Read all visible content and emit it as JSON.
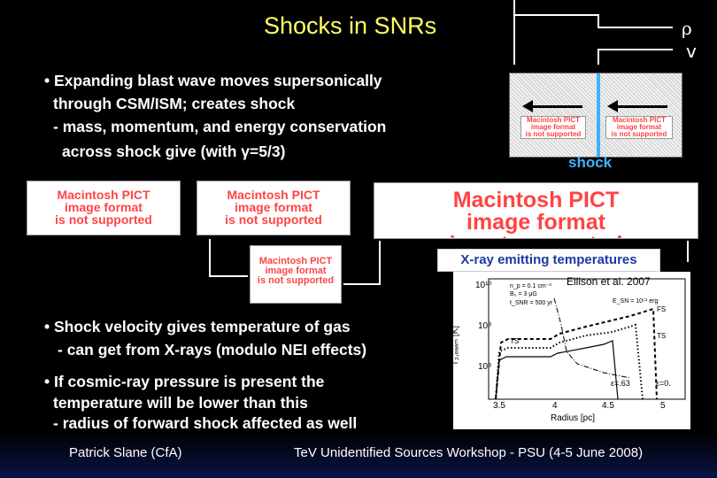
{
  "slide": {
    "title": "Shocks in SNRs",
    "rho_symbol": "ρ",
    "v_symbol": "v",
    "bullet1": {
      "line1": "• Expanding blast wave moves supersonically",
      "line2": "through CSM/ISM; creates shock",
      "line3": "- mass, momentum, and energy conservation",
      "line4": "across shock give (with γ=5/3)"
    },
    "shock_label": "shock",
    "xray_label": "X-ray emitting temperatures",
    "bullet2": {
      "line1": "• Shock velocity gives temperature of gas",
      "line2": "- can get from X-rays (modulo NEI effects)"
    },
    "bullet3": {
      "line1": "• If cosmic-ray pressure is present the",
      "line2": "temperature will be lower than this",
      "line3": "- radius of forward shock affected as well"
    },
    "footer_left": "Patrick Slane (CfA)",
    "footer_right": "TeV Unidentified Sources Workshop - PSU (4-5 June 2008)"
  },
  "placeholder": {
    "line1": "Macintosh PICT",
    "line2": "image format",
    "line3": "is not supported"
  },
  "plot": {
    "citation": "Ellison et al. 2007",
    "ylabel": "T₂,ₑₐₐₘ [K]",
    "xlabel": "Radius [pc]",
    "y_ticks": [
      "10¹⁰",
      "10⁹",
      "10⁸"
    ],
    "x_ticks": [
      "3.5",
      "4",
      "4.5",
      "5"
    ],
    "params": [
      "n_p = 0.1 cm⁻³",
      "B₀ = 3 μG",
      "t_SNR = 500 yr",
      "E_SN = 10⁵¹ erg"
    ],
    "ts_label_left": "TS",
    "ts_label_right": "TS",
    "fs_label": "FS",
    "eps1": "ε=.63",
    "eps2": "ε=0."
  }
}
